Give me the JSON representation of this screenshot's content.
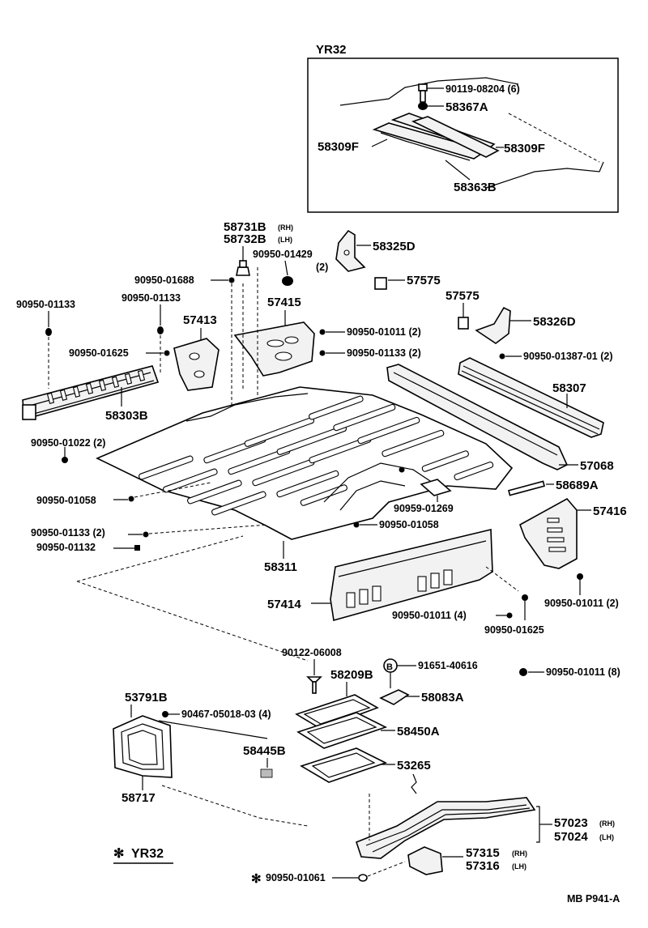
{
  "inset": {
    "title": "YR32",
    "parts": {
      "bolt": "90119-08204 (6)",
      "nut": "58367A",
      "bracket_left": "58309F",
      "bracket_right": "58309F",
      "bracket_bottom": "58363B"
    }
  },
  "labels": {
    "p58731B": "58731B",
    "p58731B_side": "(RH)",
    "p58732B": "58732B",
    "p58732B_side": "(LH)",
    "p58325D": "58325D",
    "p90950_01429": "90950-01429",
    "p90950_01429_qty": "(2)",
    "p90950_01688": "90950-01688",
    "p57575a": "57575",
    "p57575b": "57575",
    "p90950_01133a": "90950-01133",
    "p90950_01133b": "90950-01133",
    "p57415": "57415",
    "p57413": "57413",
    "p58326D": "58326D",
    "p90950_01011_2a": "90950-01011 (2)",
    "p90950_01133_2a": "90950-01133 (2)",
    "p90950_01625a": "90950-01625",
    "p90950_01387": "90950-01387-01 (2)",
    "p58307": "58307",
    "p58303B": "58303B",
    "p90950_01022": "90950-01022 (2)",
    "p57068": "57068",
    "p90950_01058a": "90950-01058",
    "p58689A": "58689A",
    "p90959_01269": "90959-01269",
    "p57416": "57416",
    "p90950_01133_2b": "90950-01133 (2)",
    "p90950_01058b": "90950-01058",
    "p90950_01132": "90950-01132",
    "p58311": "58311",
    "p90950_01011_2b": "90950-01011 (2)",
    "p57414": "57414",
    "p90950_01011_4": "90950-01011 (4)",
    "p90950_01625b": "90950-01625",
    "p90122": "90122-06008",
    "p58209B": "58209B",
    "p91651": "91651-40616",
    "p90950_01011_8": "90950-01011 (8)",
    "p53791B": "53791B",
    "p58083A": "58083A",
    "p90467": "90467-05018-03 (4)",
    "p58450A": "58450A",
    "p58445B": "58445B",
    "p53265": "53265",
    "p58717": "58717",
    "p57023": "57023",
    "p57023_side": "(RH)",
    "p57024": "57024",
    "p57024_side": "(LH)",
    "p57315": "57315",
    "p57315_side": "(RH)",
    "p57316": "57316",
    "p57316_side": "(LH)",
    "p90950_01061": "90950-01061",
    "note_yr32": "YR32",
    "ref_code": "MB  P941-A"
  }
}
